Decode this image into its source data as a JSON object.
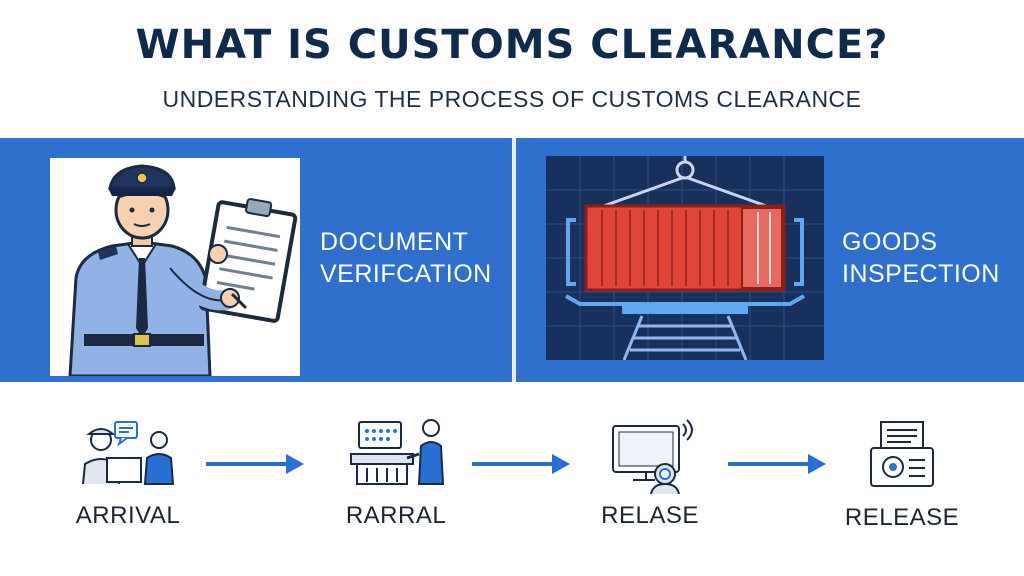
{
  "header": {
    "title": "WHAT IS CUSTOMS CLEARANCE?",
    "subtitle": "UNDERSTANDING THE PROCESS OF CUSTOMS CLEARANCE"
  },
  "band": {
    "left": {
      "label_line1": "DOCUMENT",
      "label_line2": "VERIFCATION",
      "illustration": "customs-officer-with-clipboard"
    },
    "right": {
      "label_line1": "GOODS",
      "label_line2": "INSPECTION",
      "illustration": "shipping-container-scanner"
    }
  },
  "steps": [
    {
      "label": "ARRIVAL",
      "icon": "officer-and-traveler-icon"
    },
    {
      "label": "RARRAL",
      "icon": "customs-desk-icon"
    },
    {
      "label": "RELASE",
      "icon": "computer-scan-icon"
    },
    {
      "label": "RELEASE",
      "icon": "release-document-icon"
    }
  ],
  "colors": {
    "title": "#0f2a4a",
    "band": "#2f6fce",
    "arrow": "#2a6fd6",
    "container": "#e0453a"
  }
}
